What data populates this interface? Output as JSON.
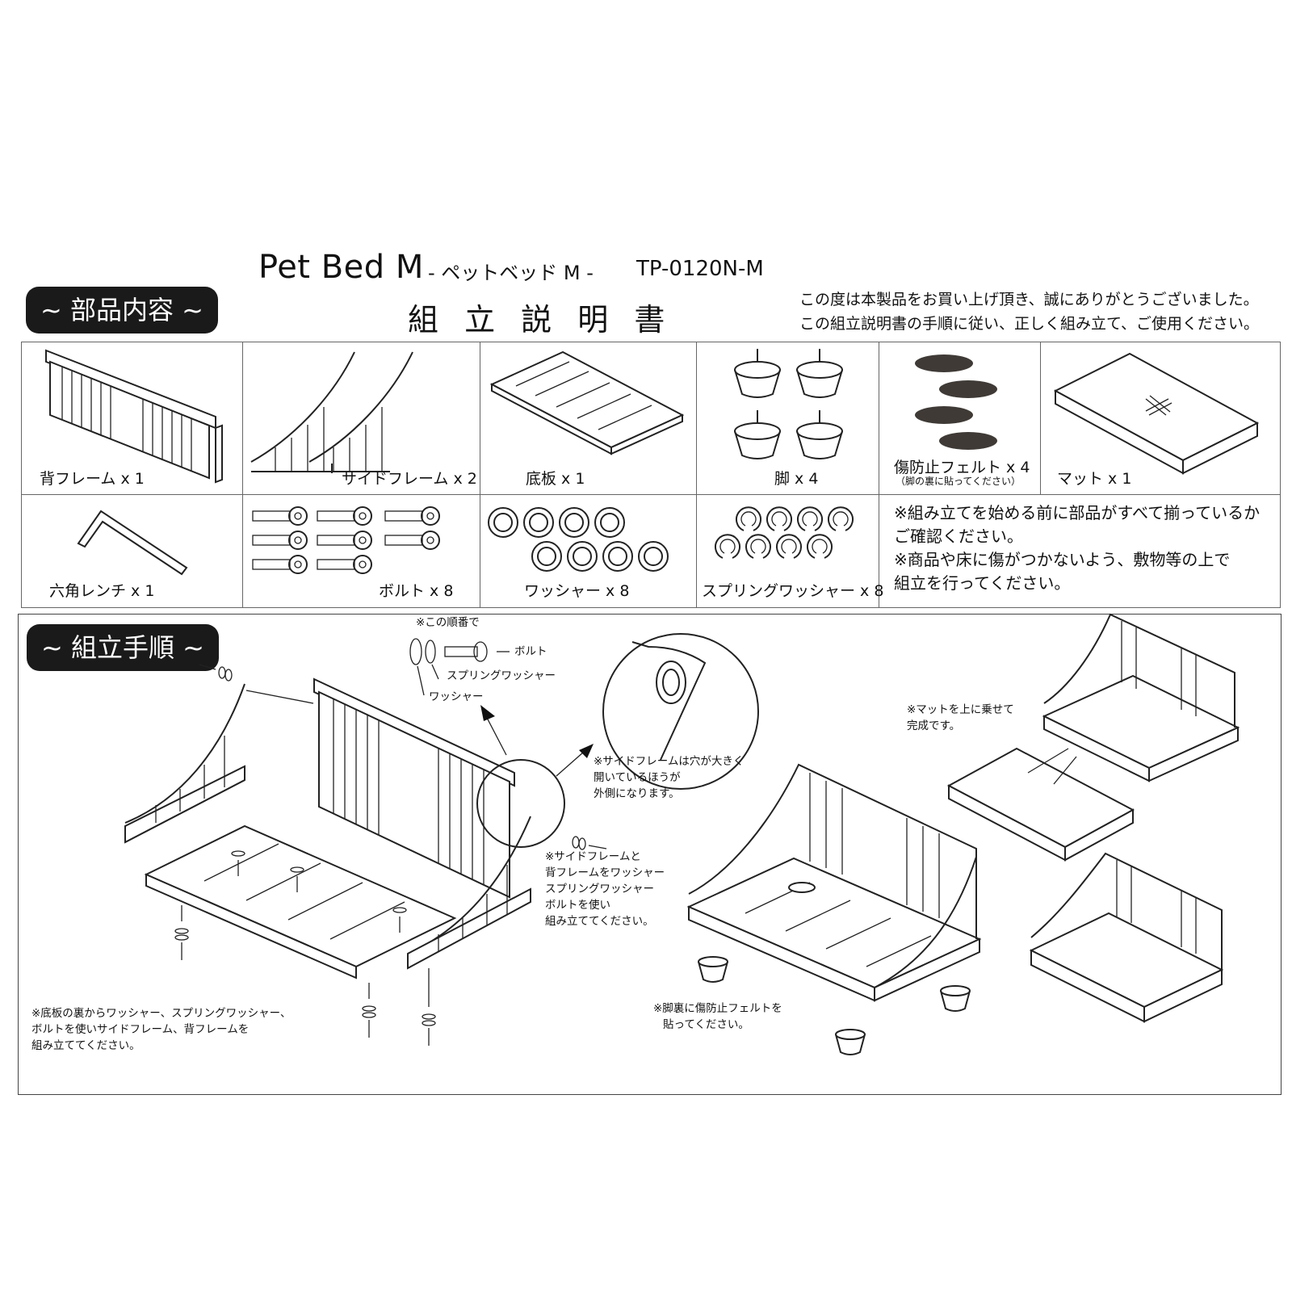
{
  "header": {
    "product_name": "Pet Bed M",
    "product_name_jp": "- ペットベッド M -",
    "model": "TP-0120N-M",
    "doc_title": "組 立 説 明 書",
    "thanks_line1": "この度は本製品をお買い上げ頂き、誠にありがとうございました。",
    "thanks_line2": "この組立説明書の手順に従い、正しく組み立て、ご使用ください。"
  },
  "parts_section": {
    "heading": "~ 部品内容 ~",
    "parts": [
      {
        "label": "背フレーム x 1"
      },
      {
        "label": "サイドフレーム x 2"
      },
      {
        "label": "底板 x 1"
      },
      {
        "label": "脚 x 4"
      },
      {
        "label": "傷防止フェルト x 4",
        "sublabel": "（脚の裏に貼ってください）"
      },
      {
        "label": "マット x 1"
      },
      {
        "label": "六角レンチ x 1"
      },
      {
        "label": "ボルト x 8"
      },
      {
        "label": "ワッシャー x 8"
      },
      {
        "label": "スプリングワッシャー x 8"
      }
    ],
    "notes": [
      "※組み立てを始める前に部品がすべて揃っているか",
      "ご確認ください。",
      "※商品や床に傷がつかないよう、敷物等の上で",
      "組立を行ってください。"
    ],
    "felt_color": "#3f3a36"
  },
  "assembly_section": {
    "heading": "~ 組立手順 ~",
    "order_note": "※この順番で",
    "order_bolt": "ボルト",
    "order_spring": "スプリングワッシャー",
    "order_washer": "ワッシャー",
    "hole_note": [
      "※サイドフレームは穴が大きく",
      "開いているほうが",
      "外側になります。"
    ],
    "join_note": [
      "※サイドフレームと",
      "背フレームをワッシャー",
      "スプリングワッシャー",
      "ボルトを使い",
      "組み立ててください。"
    ],
    "bottom_note": [
      "※底板の裏からワッシャー、スプリングワッシャー、",
      "ボルトを使いサイドフレーム、背フレームを",
      "組み立ててください。"
    ],
    "felt_note": [
      "※脚裏に傷防止フェルトを",
      "貼ってください。"
    ],
    "mat_note": [
      "※マットを上に乗せて",
      "完成です。"
    ]
  }
}
